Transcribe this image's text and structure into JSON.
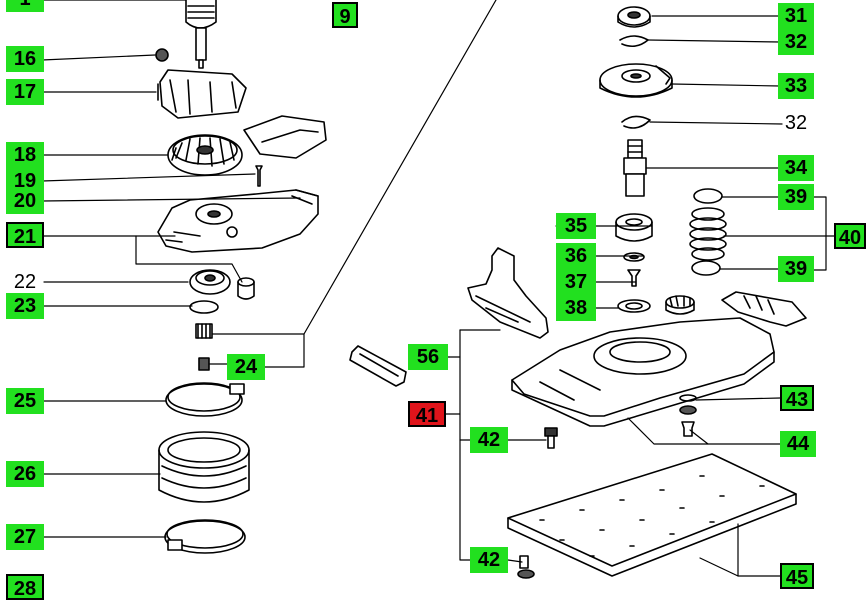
{
  "diagram": {
    "colors": {
      "label_green": "#22e01f",
      "label_red": "#e0141b",
      "line": "#000000",
      "paper": "#ffffff"
    },
    "callouts": {
      "c1": "1",
      "c9": "9",
      "c16": "16",
      "c17": "17",
      "c18": "18",
      "c19": "19",
      "c20": "20",
      "c21": "21",
      "c22": "22",
      "c23": "23",
      "c24": "24",
      "c25": "25",
      "c26": "26",
      "c27": "27",
      "c28": "28",
      "c31": "31",
      "c32a": "32",
      "c32b": "32",
      "c33": "33",
      "c34": "34",
      "c35": "35",
      "c36": "36",
      "c37": "37",
      "c38": "38",
      "c39a": "39",
      "c39b": "39",
      "c40": "40",
      "c41": "41",
      "c42a": "42",
      "c42b": "42",
      "c43": "43",
      "c44": "44",
      "c45": "45",
      "c56": "56"
    }
  }
}
